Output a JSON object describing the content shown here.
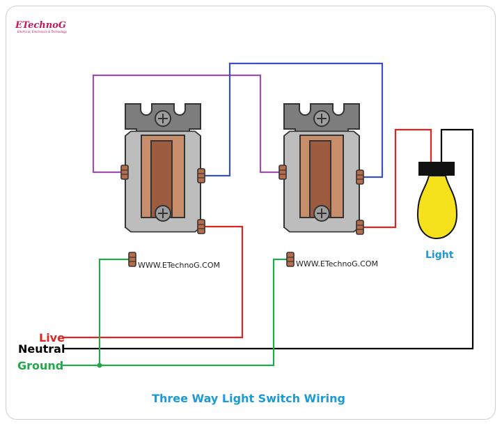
{
  "logo": {
    "brand": "ETechnoG",
    "tagline": "Electrical, Electronics & Technology"
  },
  "switch1": {
    "watermark": "WWW.ETechnoG.COM"
  },
  "switch2": {
    "watermark": "WWW.ETechnoG.COM"
  },
  "bulb": {
    "label": "Light"
  },
  "wires": {
    "live": "Live",
    "neutral": "Neutral",
    "ground": "Ground"
  },
  "title": "Three Way Light Switch Wiring",
  "colors": {
    "live": "#e02424",
    "neutral": "#000000",
    "ground": "#22a84a",
    "traveler1": "#9b4fb0",
    "traveler2": "#3a4fc0",
    "title": "#1a9ad6",
    "bulb": "#f5e21c",
    "switch_body": "#bdbdbd",
    "toggle": "#c88d6a",
    "terminal": "#b86d4a"
  }
}
